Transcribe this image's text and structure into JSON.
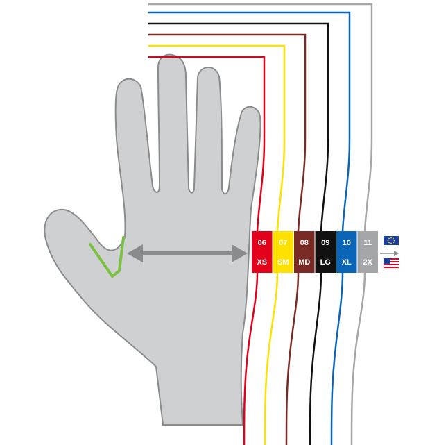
{
  "colors": {
    "hand_fill": "#cfd0d2",
    "hand_stroke": "#8a8b8d",
    "arrow": "#8a8b8d",
    "thumb_marker": "#7ac143",
    "line_guide": "#8a8b8d"
  },
  "sizes": [
    {
      "eu": "06",
      "us": "XS",
      "color": "#e2001a"
    },
    {
      "eu": "07",
      "us": "SM",
      "color": "#ffe100"
    },
    {
      "eu": "08",
      "us": "MD",
      "color": "#7a2b26"
    },
    {
      "eu": "09",
      "us": "LG",
      "color": "#111111"
    },
    {
      "eu": "10",
      "us": "XL",
      "color": "#0b65b7"
    },
    {
      "eu": "11",
      "us": "2X",
      "color": "#a5a6a8"
    }
  ],
  "flags": [
    {
      "name": "eu-flag-icon",
      "label": "EU"
    },
    {
      "name": "us-flag-icon",
      "label": "US"
    }
  ]
}
